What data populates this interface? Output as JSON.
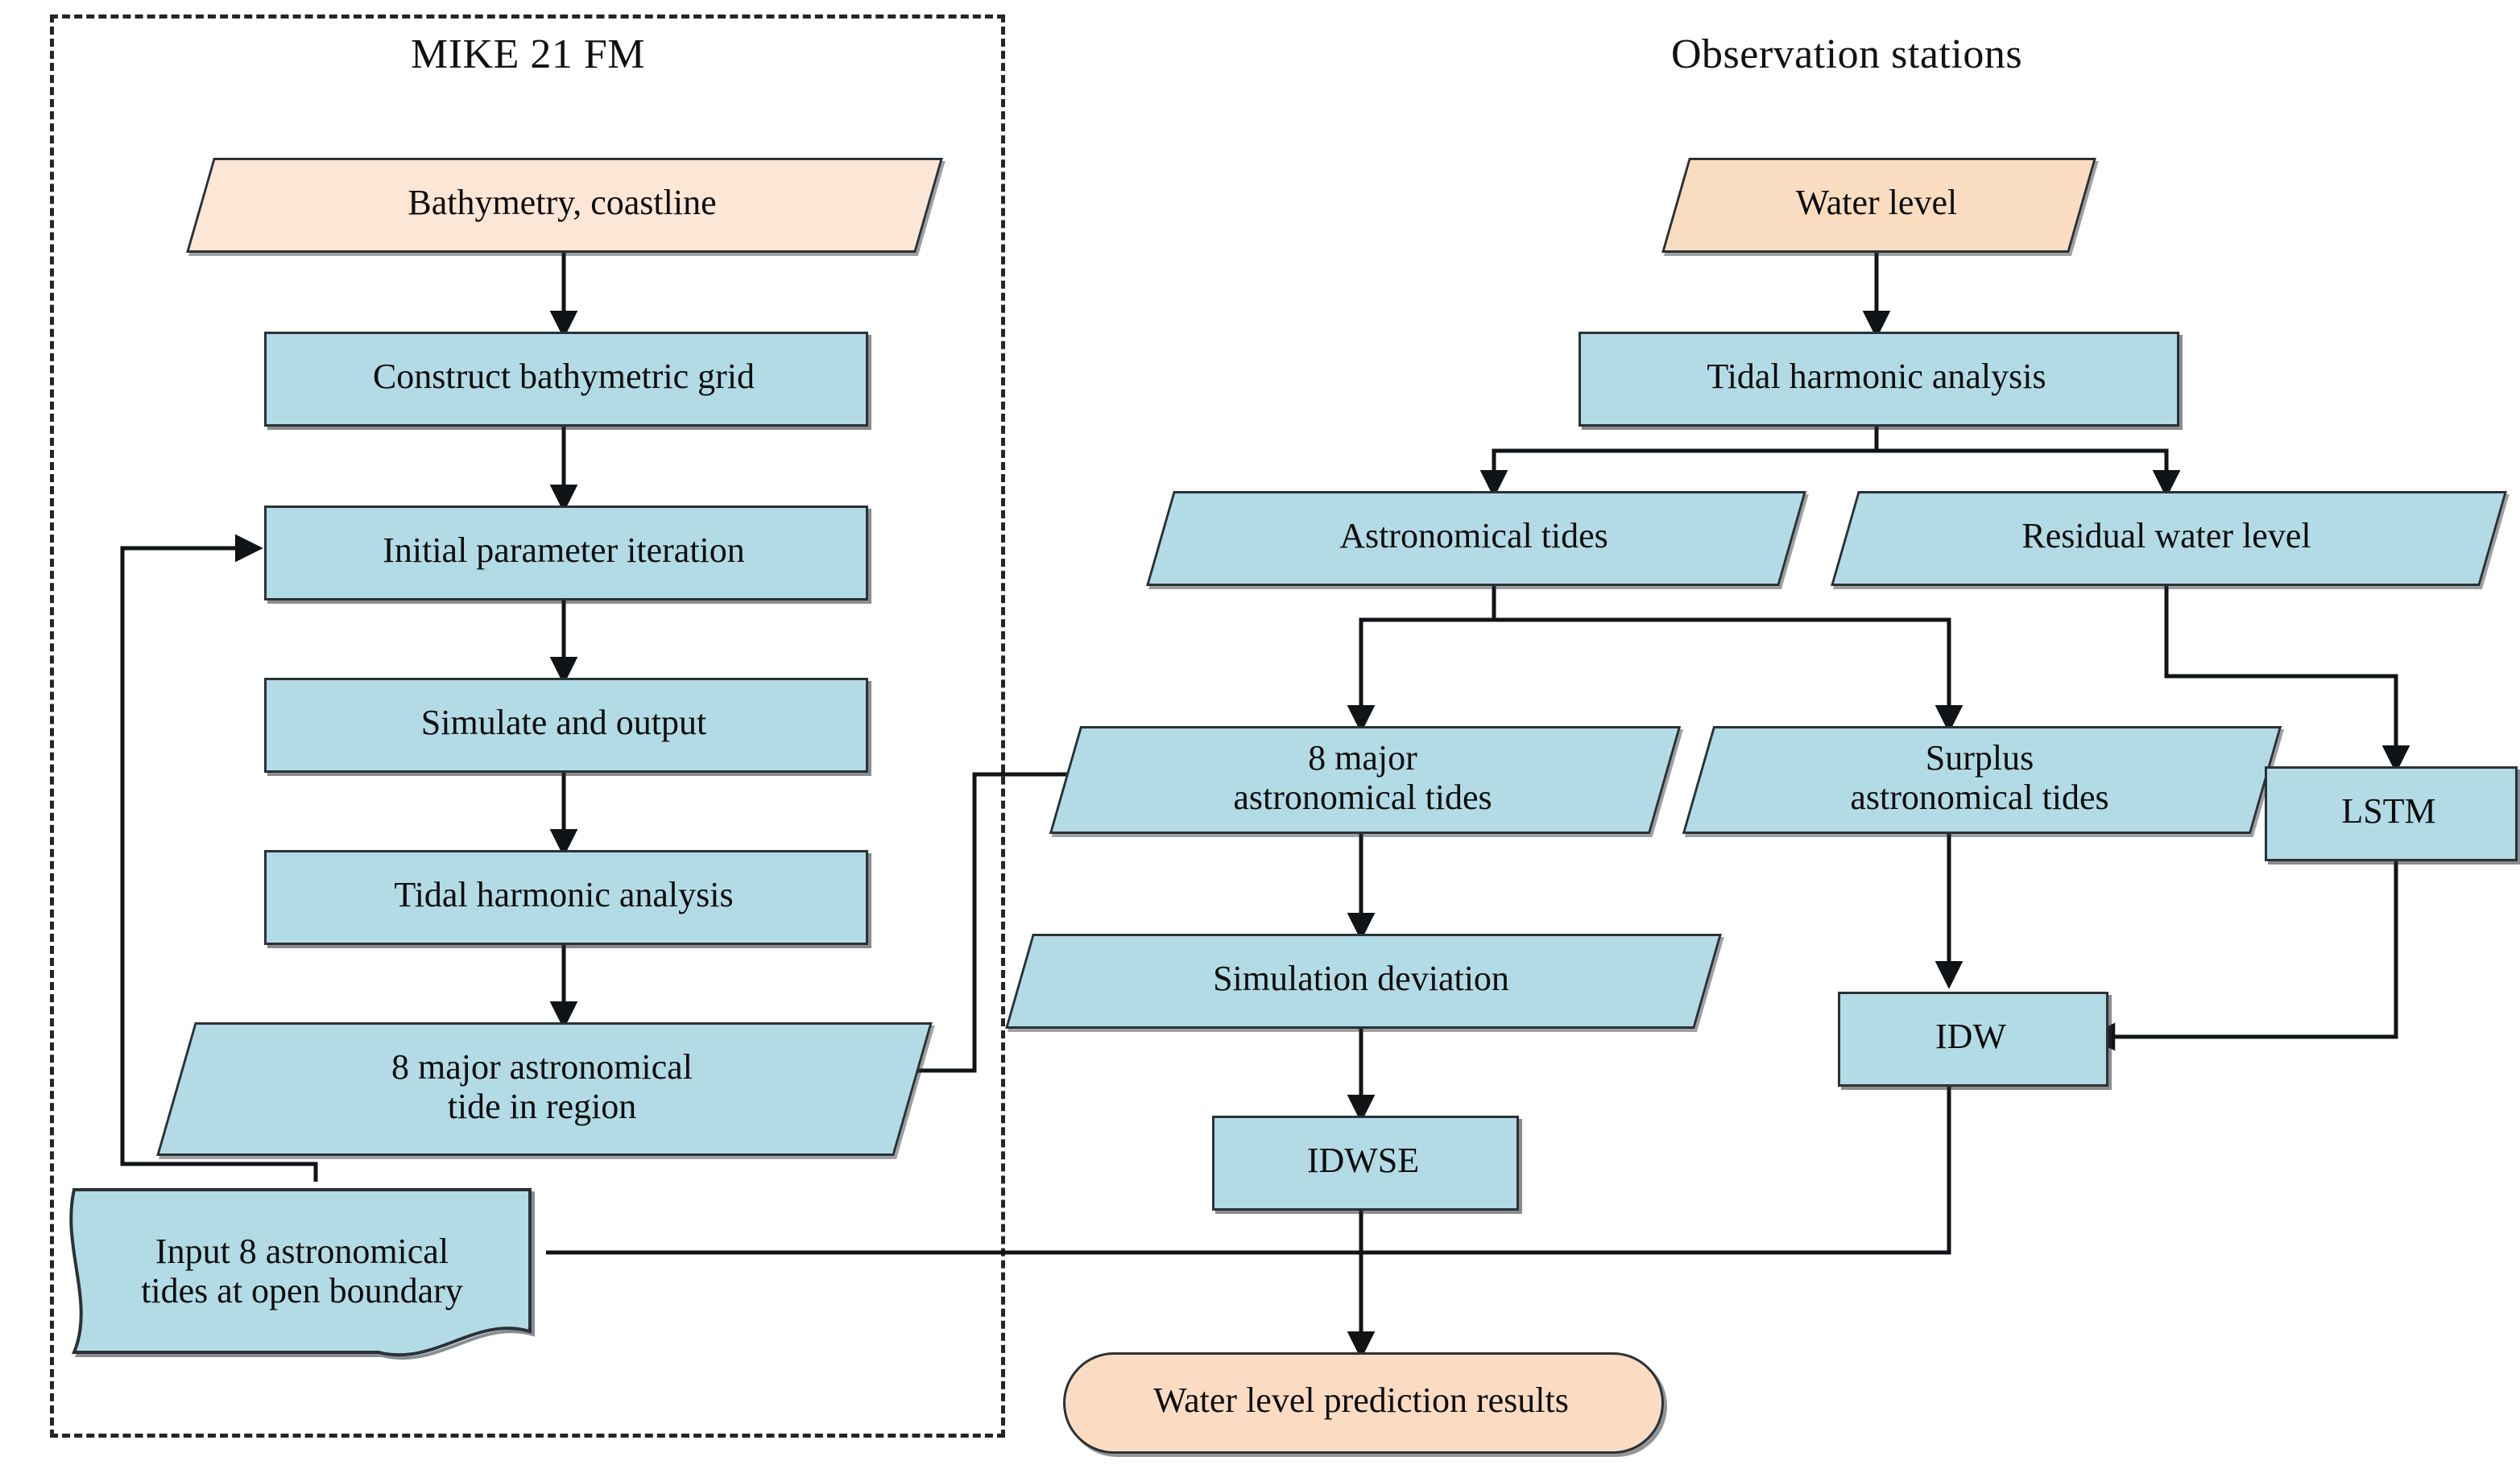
{
  "diagram": {
    "title_left": "MIKE 21 FM",
    "title_right": "Observation stations",
    "colors": {
      "blue_fill": "#b2dbe6",
      "peach_fill_light": "#fce6d6",
      "peach_fill": "#fadcc0",
      "pill_fill": "#fbdcc2",
      "stroke": "#2b3136"
    },
    "nodes": {
      "bathymetry": "Bathymetry, coastline",
      "construct_grid": "Construct bathymetric grid",
      "initial_param": "Initial parameter iteration",
      "simulate_output": "Simulate and output",
      "tidal_harmonic_left": "Tidal harmonic analysis",
      "eight_major_region": "8 major astronomical\ntide in region",
      "input_eight": "Input 8 astronomical\ntides at open boundary",
      "water_level": "Water level",
      "tidal_harmonic_right": "Tidal harmonic analysis",
      "astronomical_tides": "Astronomical tides",
      "residual_water": "Residual water level",
      "eight_major_tides": "8 major\nastronomical tides",
      "surplus_tides": "Surplus\nastronomical tides",
      "lstm": "LSTM",
      "simulation_deviation": "Simulation deviation",
      "idwse": "IDWSE",
      "idw": "IDW",
      "result": "Water level prediction results"
    }
  }
}
